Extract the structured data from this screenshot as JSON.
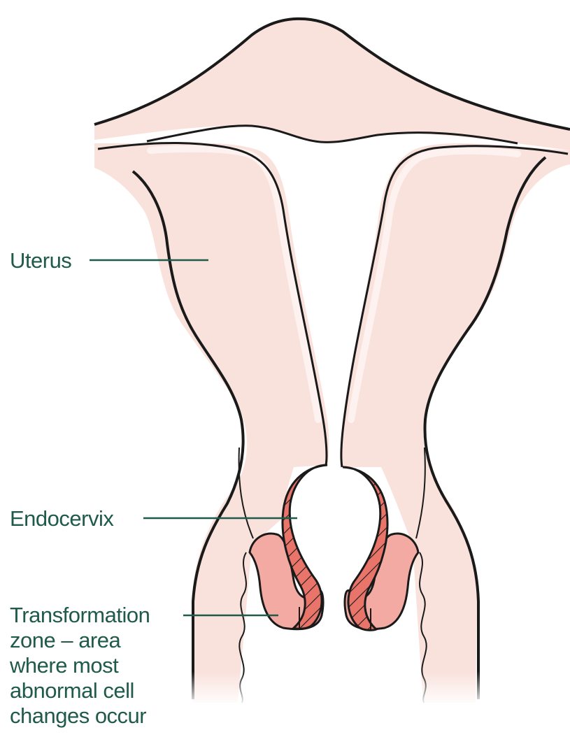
{
  "labels": {
    "uterus": "Uterus",
    "endocervix": "Endocervix",
    "transformation_zone_lines": [
      "Transformation",
      "zone – area",
      "where most",
      "abnormal cell",
      "changes occur"
    ]
  },
  "colors": {
    "tissue_fill": "#f9e1dc",
    "tissue_highlight": "#fdf2ef",
    "endocervix_fill": "#e8746a",
    "transformation_zone_fill": "#f3aaa3",
    "outline": "#1a1a1a",
    "label_text": "#1f5a4a",
    "leader_line": "#1f5a4a"
  }
}
